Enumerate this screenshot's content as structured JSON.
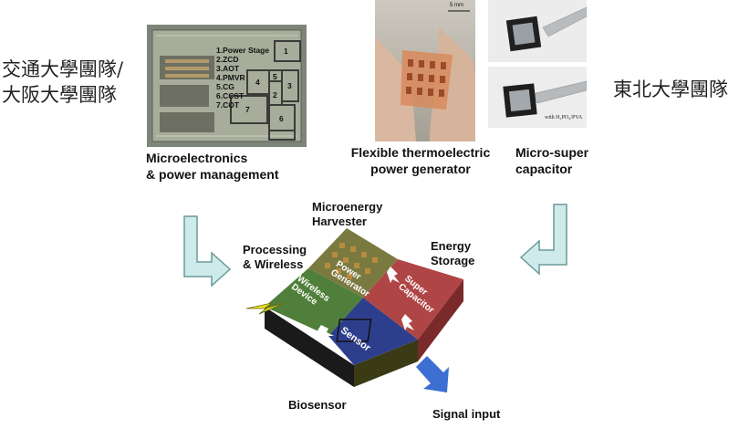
{
  "left_team": {
    "line1": "交通大學團隊/",
    "line2": "大阪大學團隊"
  },
  "right_team": {
    "label": "東北大學團隊"
  },
  "chip": {
    "caption_line1": "Microelectronics",
    "caption_line2": "& power management",
    "blocks": [
      "1.Power Stage",
      "2.ZCD",
      "3.AOT",
      "4.PMVR",
      "5.CG",
      "6.CCST",
      "7.COT"
    ],
    "numbers": [
      "1",
      "2",
      "3",
      "4",
      "5",
      "6",
      "7"
    ]
  },
  "teg": {
    "caption_line1": "Flexible thermoelectric",
    "caption_line2": "power generator",
    "scale_label": "5 mm"
  },
  "capacitor": {
    "caption_line1": "Micro-super",
    "caption_line2": "capacitor",
    "photo_label": "with H₂PO₄/PVA"
  },
  "diagram": {
    "harvester_line1": "Microenergy",
    "harvester_line2": "Harvester",
    "processing_line1": "Processing",
    "processing_line2": "& Wireless",
    "storage_line1": "Energy",
    "storage_line2": "Storage",
    "power_generator": "Power Generator",
    "super_capacitor": "Super Capacitor",
    "wireless_device": "Wireless Device",
    "sensor": "Sensor",
    "biosensor": "Biosensor",
    "signal_input": "Signal input"
  },
  "colors": {
    "arrow_fill": "#cfeaea",
    "arrow_stroke": "#6a9a9a",
    "green": "#4f7f3a",
    "red": "#b04545",
    "blue": "#2d3f8c",
    "olive": "#7a7a40",
    "signal_arrow": "#3b6fd1"
  }
}
